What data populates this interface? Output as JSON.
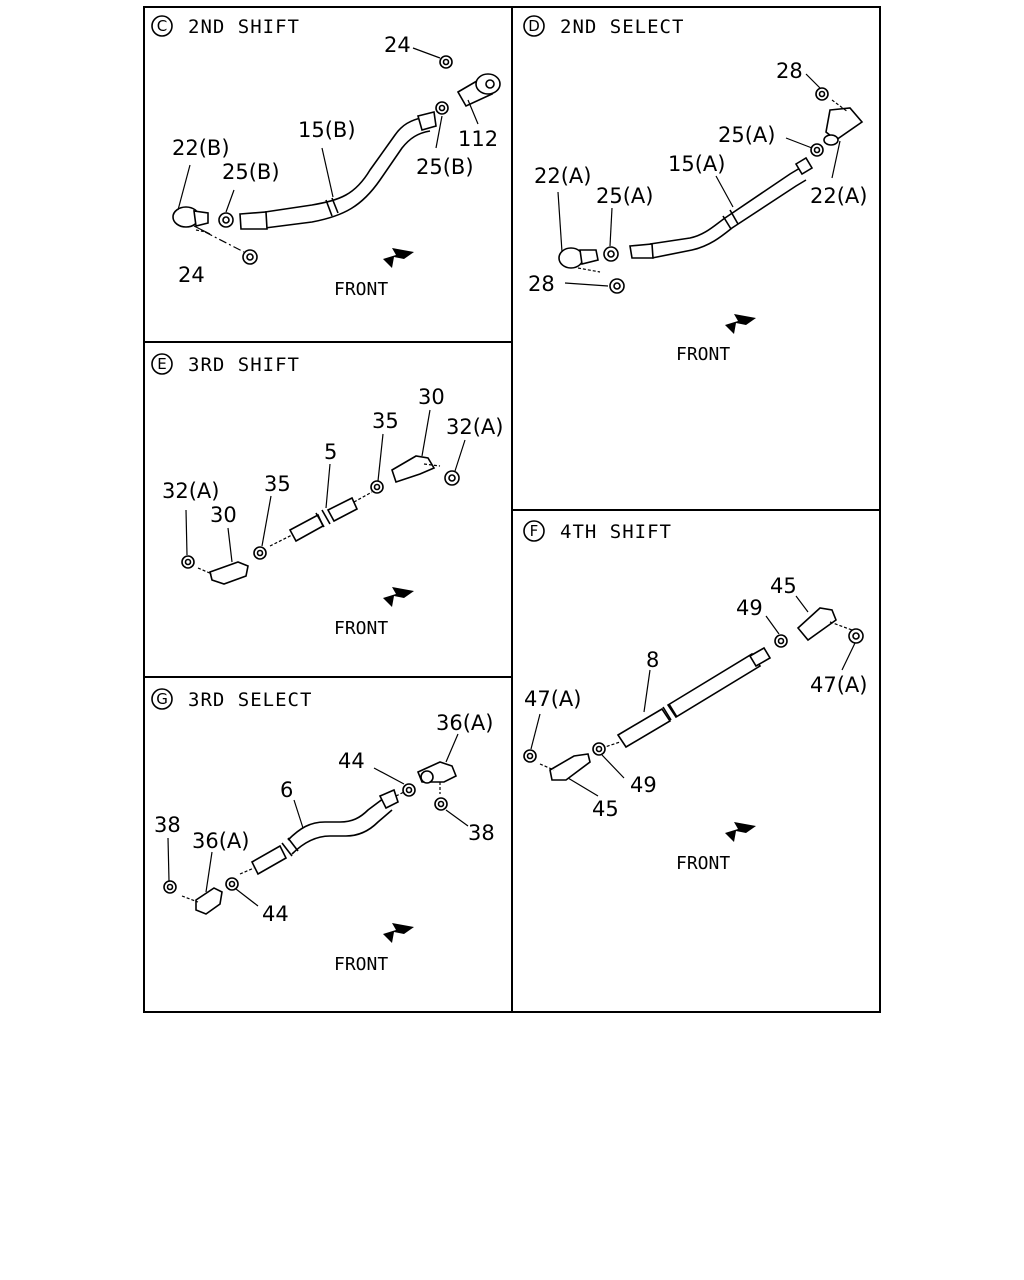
{
  "panels": {
    "c": {
      "letter": "C",
      "title": "2ND SHIFT",
      "front": "FRONT",
      "labels": {
        "l24a": "24",
        "l112": "112",
        "l15b": "15(B)",
        "l25b_r": "25(B)",
        "l22b": "22(B)",
        "l25b_l": "25(B)",
        "l24b": "24"
      }
    },
    "d": {
      "letter": "D",
      "title": "2ND SELECT",
      "front": "FRONT",
      "labels": {
        "l28a": "28",
        "l25a_r": "25(A)",
        "l15a": "15(A)",
        "l22a_r": "22(A)",
        "l22a_l": "22(A)",
        "l25a_l": "25(A)",
        "l28b": "28"
      }
    },
    "e": {
      "letter": "E",
      "title": "3RD SHIFT",
      "front": "FRONT",
      "labels": {
        "l30a": "30",
        "l35a": "35",
        "l32a_r": "32(A)",
        "l5": "5",
        "l32a_l": "32(A)",
        "l35b": "35",
        "l30b": "30"
      }
    },
    "f": {
      "letter": "F",
      "title": "4TH SHIFT",
      "front": "FRONT",
      "labels": {
        "l45a": "45",
        "l49a": "49",
        "l8": "8",
        "l47a_r": "47(A)",
        "l47a_l": "47(A)",
        "l49b": "49",
        "l45b": "45"
      }
    },
    "g": {
      "letter": "G",
      "title": "3RD SELECT",
      "front": "FRONT",
      "labels": {
        "l36a_r": "36(A)",
        "l44a": "44",
        "l6": "6",
        "l38a": "38",
        "l38b": "38",
        "l36a_l": "36(A)",
        "l44b": "44"
      }
    }
  },
  "icons": [
    "front-arrow-icon",
    "nut-icon",
    "rod-end-icon",
    "shift-rod-icon"
  ]
}
